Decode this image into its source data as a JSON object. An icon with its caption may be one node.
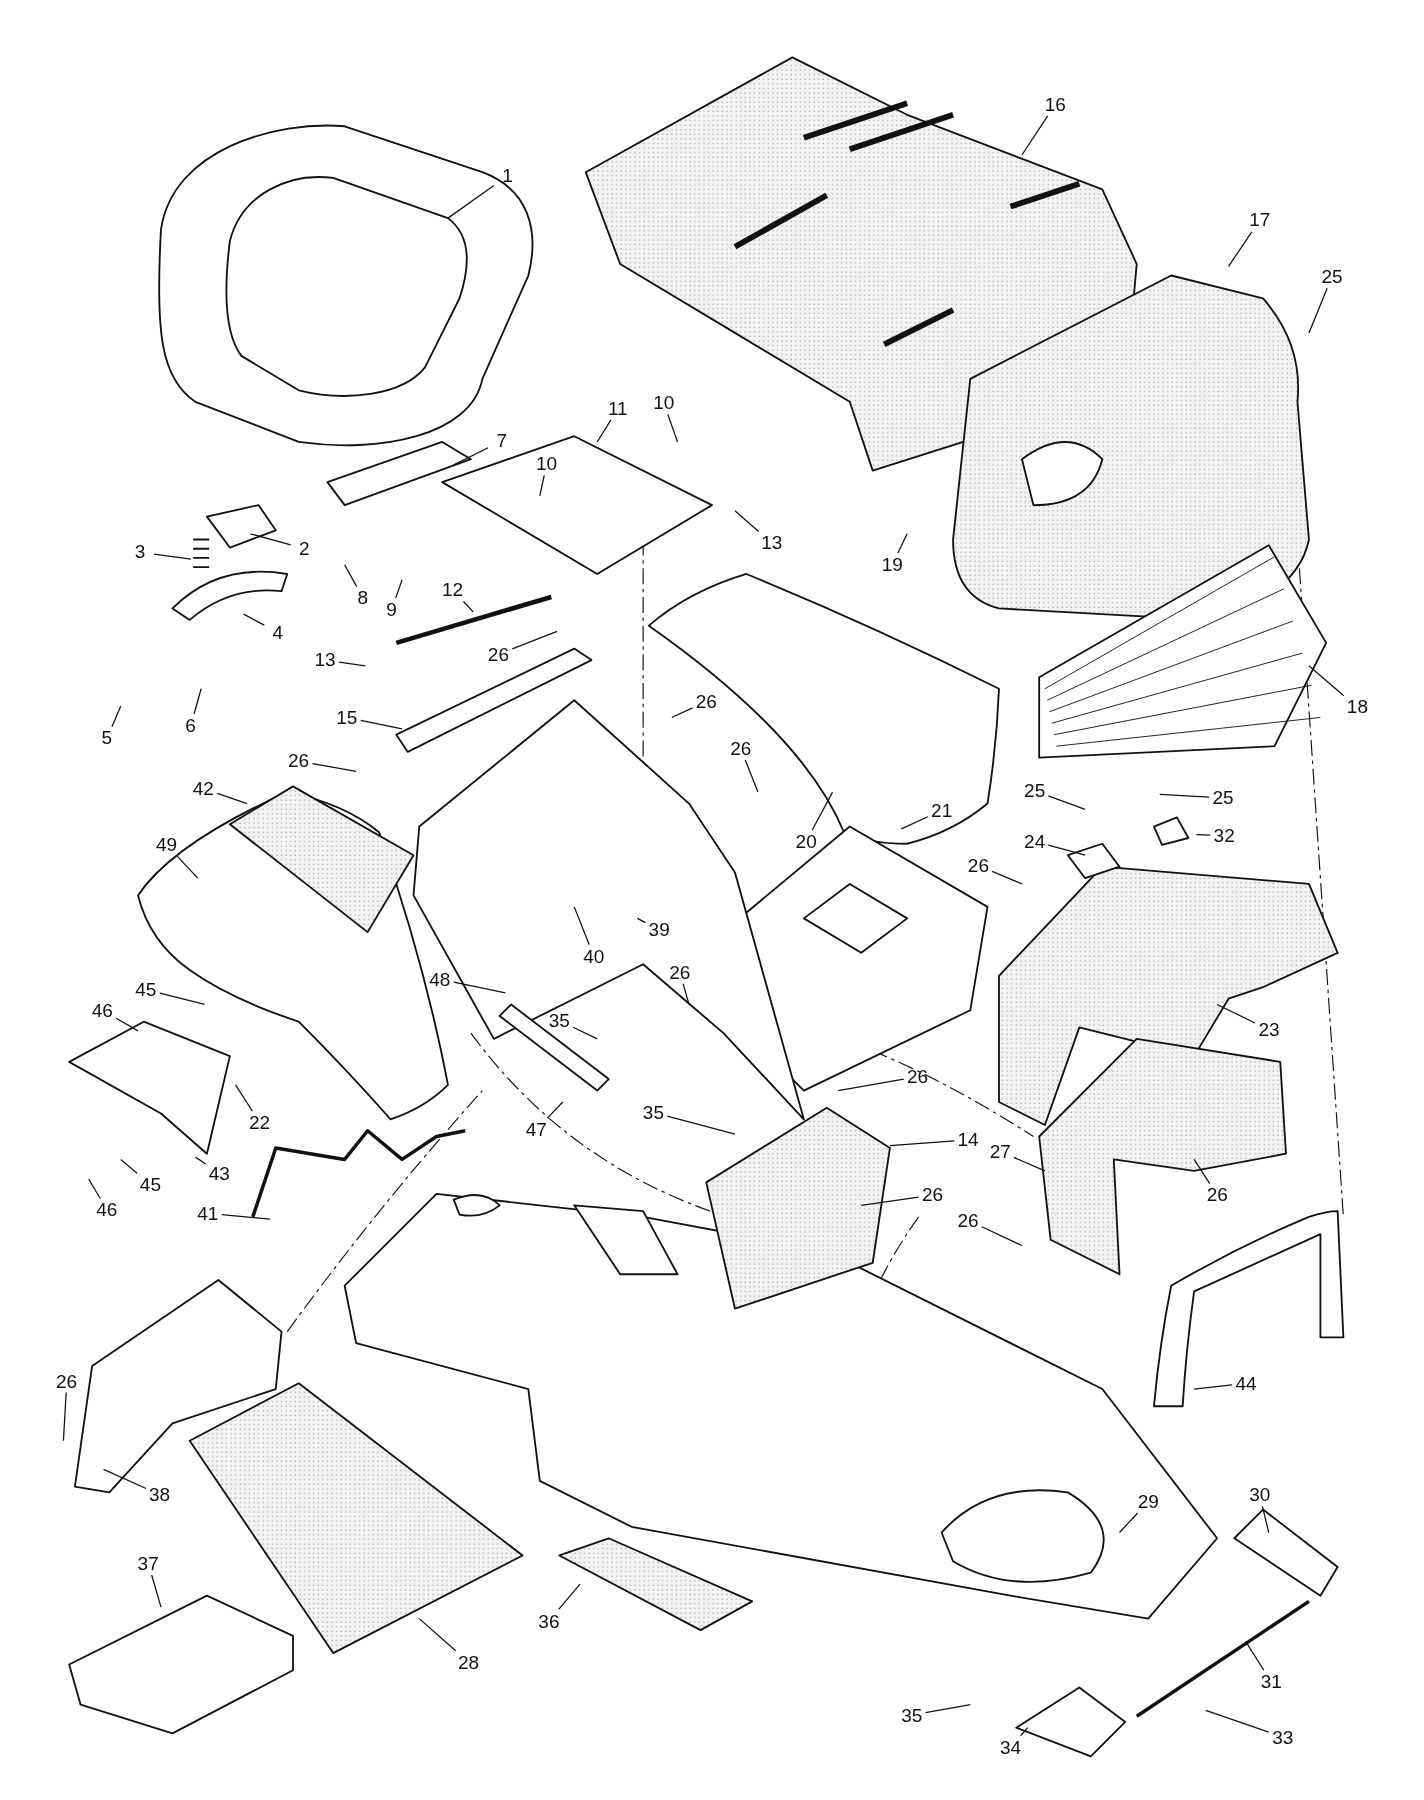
{
  "diagram": {
    "nodes": [
      {
        "text": [
          "16"
        ]
      },
      {
        "text": [
          "1"
        ]
      },
      {
        "text": [
          "17"
        ]
      },
      {
        "text": [
          "25"
        ]
      },
      {
        "text": [
          "10"
        ]
      },
      {
        "text": [
          "11"
        ]
      },
      {
        "text": [
          "7"
        ]
      },
      {
        "text": [
          "10"
        ]
      },
      {
        "text": [
          "13"
        ]
      },
      {
        "text": [
          "2"
        ]
      },
      {
        "text": [
          "3"
        ]
      },
      {
        "text": [
          "19"
        ]
      },
      {
        "text": [
          "8"
        ]
      },
      {
        "text": [
          "9"
        ]
      },
      {
        "text": [
          "12"
        ]
      },
      {
        "text": [
          "4"
        ]
      },
      {
        "text": [
          "26"
        ]
      },
      {
        "text": [
          "13"
        ]
      },
      {
        "text": [
          "26"
        ]
      },
      {
        "text": [
          "18"
        ]
      },
      {
        "text": [
          "6"
        ]
      },
      {
        "text": [
          "5"
        ]
      },
      {
        "text": [
          "15"
        ]
      },
      {
        "text": [
          "26"
        ]
      },
      {
        "text": [
          "26"
        ]
      },
      {
        "text": [
          "42"
        ]
      },
      {
        "text": [
          "25"
        ]
      },
      {
        "text": [
          "25"
        ]
      },
      {
        "text": [
          "21"
        ]
      },
      {
        "text": [
          "24"
        ]
      },
      {
        "text": [
          "32"
        ]
      },
      {
        "text": [
          "20"
        ]
      },
      {
        "text": [
          "49"
        ]
      },
      {
        "text": [
          "26"
        ]
      },
      {
        "text": [
          "39"
        ]
      },
      {
        "text": [
          "40"
        ]
      },
      {
        "text": [
          "26"
        ]
      },
      {
        "text": [
          "48"
        ]
      },
      {
        "text": [
          "45"
        ]
      },
      {
        "text": [
          "46"
        ]
      },
      {
        "text": [
          "35"
        ]
      },
      {
        "text": [
          "23"
        ]
      },
      {
        "text": [
          "26"
        ]
      },
      {
        "text": [
          "22"
        ]
      },
      {
        "text": [
          "47"
        ]
      },
      {
        "text": [
          "35"
        ]
      },
      {
        "text": [
          "14"
        ]
      },
      {
        "text": [
          "27"
        ]
      },
      {
        "text": [
          "43"
        ]
      },
      {
        "text": [
          "45"
        ]
      },
      {
        "text": [
          "26"
        ]
      },
      {
        "text": [
          "26"
        ]
      },
      {
        "text": [
          "46"
        ]
      },
      {
        "text": [
          "41"
        ]
      },
      {
        "text": [
          "26"
        ]
      },
      {
        "text": [
          "44"
        ]
      },
      {
        "text": [
          "26"
        ]
      },
      {
        "text": [
          "38"
        ]
      },
      {
        "text": [
          "30"
        ]
      },
      {
        "text": [
          "29"
        ]
      },
      {
        "text": [
          "37"
        ]
      },
      {
        "text": [
          "36"
        ]
      },
      {
        "text": [
          "28"
        ]
      },
      {
        "text": [
          "31"
        ]
      },
      {
        "text": [
          "35"
        ]
      },
      {
        "text": [
          "33"
        ]
      },
      {
        "text": [
          "34"
        ]
      }
    ],
    "edges": [
      {
        "from": 0,
        "to": null,
        "arrow": "none"
      },
      {
        "from": 1,
        "to": null,
        "arrow": "none"
      },
      {
        "from": 2,
        "to": null,
        "arrow": "none"
      },
      {
        "from": 3,
        "to": null,
        "arrow": "none"
      },
      {
        "from": 4,
        "to": null,
        "arrow": "none"
      },
      {
        "from": 5,
        "to": null,
        "arrow": "none"
      },
      {
        "from": 6,
        "to": null,
        "arrow": "none"
      },
      {
        "from": 7,
        "to": null,
        "arrow": "none"
      },
      {
        "from": 8,
        "to": null,
        "arrow": "none"
      },
      {
        "from": 9,
        "to": null,
        "arrow": "none"
      },
      {
        "from": 10,
        "to": null,
        "arrow": "none"
      },
      {
        "from": 11,
        "to": null,
        "arrow": "none"
      },
      {
        "from": 12,
        "to": null,
        "arrow": "none"
      },
      {
        "from": 13,
        "to": null,
        "arrow": "none"
      },
      {
        "from": 14,
        "to": null,
        "arrow": "none"
      },
      {
        "from": 15,
        "to": null,
        "arrow": "none"
      },
      {
        "from": 16,
        "to": null,
        "arrow": "none"
      },
      {
        "from": 17,
        "to": null,
        "arrow": "none"
      },
      {
        "from": 18,
        "to": null,
        "arrow": "none"
      },
      {
        "from": 19,
        "to": null,
        "arrow": "none"
      },
      {
        "from": 20,
        "to": null,
        "arrow": "none"
      },
      {
        "from": 21,
        "to": null,
        "arrow": "none"
      },
      {
        "from": 22,
        "to": null,
        "arrow": "none"
      },
      {
        "from": 23,
        "to": null,
        "arrow": "none"
      },
      {
        "from": 24,
        "to": null,
        "arrow": "none"
      },
      {
        "from": 25,
        "to": null,
        "arrow": "none"
      },
      {
        "from": 26,
        "to": null,
        "arrow": "none"
      },
      {
        "from": 27,
        "to": null,
        "arrow": "none"
      },
      {
        "from": 28,
        "to": null,
        "arrow": "none"
      },
      {
        "from": 29,
        "to": null,
        "arrow": "none"
      },
      {
        "from": 30,
        "to": null,
        "arrow": "none"
      },
      {
        "from": 31,
        "to": null,
        "arrow": "none"
      },
      {
        "from": 32,
        "to": null,
        "arrow": "none"
      },
      {
        "from": 33,
        "to": null,
        "arrow": "none"
      },
      {
        "from": 34,
        "to": null,
        "arrow": "none"
      },
      {
        "from": 35,
        "to": null,
        "arrow": "none"
      },
      {
        "from": 36,
        "to": null,
        "arrow": "none"
      },
      {
        "from": 37,
        "to": null,
        "arrow": "none"
      },
      {
        "from": 38,
        "to": null,
        "arrow": "none"
      },
      {
        "from": 39,
        "to": null,
        "arrow": "none"
      },
      {
        "from": 40,
        "to": null,
        "arrow": "none"
      },
      {
        "from": 41,
        "to": null,
        "arrow": "none"
      },
      {
        "from": 42,
        "to": null,
        "arrow": "none"
      },
      {
        "from": 43,
        "to": null,
        "arrow": "none"
      },
      {
        "from": 44,
        "to": null,
        "arrow": "none"
      },
      {
        "from": 45,
        "to": null,
        "arrow": "none"
      },
      {
        "from": 46,
        "to": null,
        "arrow": "none"
      },
      {
        "from": 47,
        "to": null,
        "arrow": "none"
      },
      {
        "from": 48,
        "to": null,
        "arrow": "none"
      },
      {
        "from": 49,
        "to": null,
        "arrow": "none"
      },
      {
        "from": 50,
        "to": null,
        "arrow": "none"
      },
      {
        "from": 51,
        "to": null,
        "arrow": "none"
      },
      {
        "from": 52,
        "to": null,
        "arrow": "none"
      },
      {
        "from": 53,
        "to": null,
        "arrow": "none"
      },
      {
        "from": 54,
        "to": null,
        "arrow": "none"
      },
      {
        "from": 55,
        "to": null,
        "arrow": "none"
      },
      {
        "from": 56,
        "to": null,
        "arrow": "none"
      },
      {
        "from": 57,
        "to": null,
        "arrow": "none"
      },
      {
        "from": 58,
        "to": null,
        "arrow": "none"
      },
      {
        "from": 59,
        "to": null,
        "arrow": "none"
      },
      {
        "from": 60,
        "to": null,
        "arrow": "none"
      },
      {
        "from": 61,
        "to": null,
        "arrow": "none"
      },
      {
        "from": 62,
        "to": null,
        "arrow": "none"
      },
      {
        "from": 63,
        "to": null,
        "arrow": "none"
      },
      {
        "from": 64,
        "to": null,
        "arrow": "none"
      },
      {
        "from": 65,
        "to": null,
        "arrow": "none"
      },
      {
        "from": 66,
        "to": null,
        "arrow": "none"
      }
    ]
  }
}
